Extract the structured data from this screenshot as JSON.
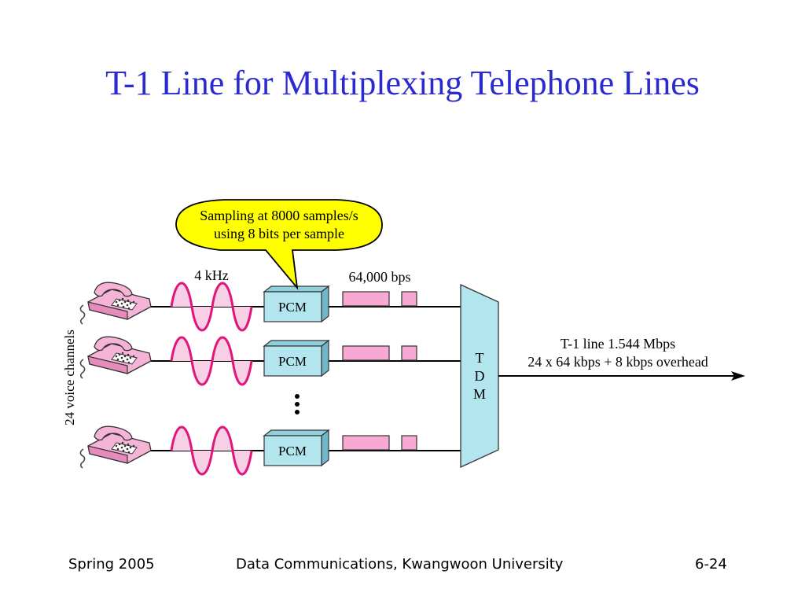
{
  "title": "T-1 Line for Multiplexing Telephone Lines",
  "diagram": {
    "callout": [
      "Sampling at 8000 samples/s",
      "using 8 bits per sample"
    ],
    "label_4khz": "4 kHz",
    "label_bps": "64,000 bps",
    "pcm_label": "PCM",
    "tdm_letters": [
      "T",
      "D",
      "M"
    ],
    "side_label": "24 voice channels",
    "t1_label": "T-1 line 1.544 Mbps",
    "overhead_label": "24 x 64 kbps + 8 kbps overhead",
    "colors": {
      "title": "#2a2ad0",
      "callout_fill": "#ffff00",
      "pcm_fill": "#b3e5ef",
      "tdm_fill": "#b3e5ef",
      "wave": "#e0167a",
      "pulse_fill": "#f7a8d3",
      "phone_fill": "#f5b3d6"
    }
  },
  "footer": {
    "left": "Spring 2005",
    "center": "Data Communications, Kwangwoon University",
    "right": "6-24"
  }
}
